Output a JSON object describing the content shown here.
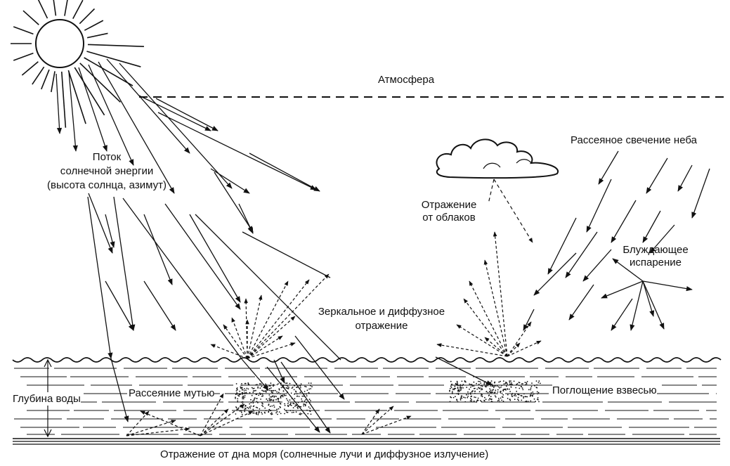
{
  "labels": {
    "atmosphere": "Атмосфера",
    "solar_flux_1": "Поток",
    "solar_flux_2": "солнечной энергии",
    "solar_flux_3": "(высота солнца, азимут)",
    "sky_scatter": "Рассеяное свечение неба",
    "cloud_reflect_1": "Отражение",
    "cloud_reflect_2": "от облаков",
    "wandering_1": "Блуждающее",
    "wandering_2": "испарение",
    "specular_1": "Зеркальное и диффузное",
    "specular_2": "отражение",
    "water_depth": "Глубина воды",
    "turbidity": "Рассеяние мутью",
    "suspension": "Поглощение взвесью",
    "bottom_reflect": "Отражение от дна моря (солнечные лучи и  диффузное излучение)"
  },
  "icons": {
    "sun": "sun-icon",
    "cloud": "cloud-icon"
  },
  "colors": {
    "ink": "#111111",
    "background": "#ffffff"
  }
}
